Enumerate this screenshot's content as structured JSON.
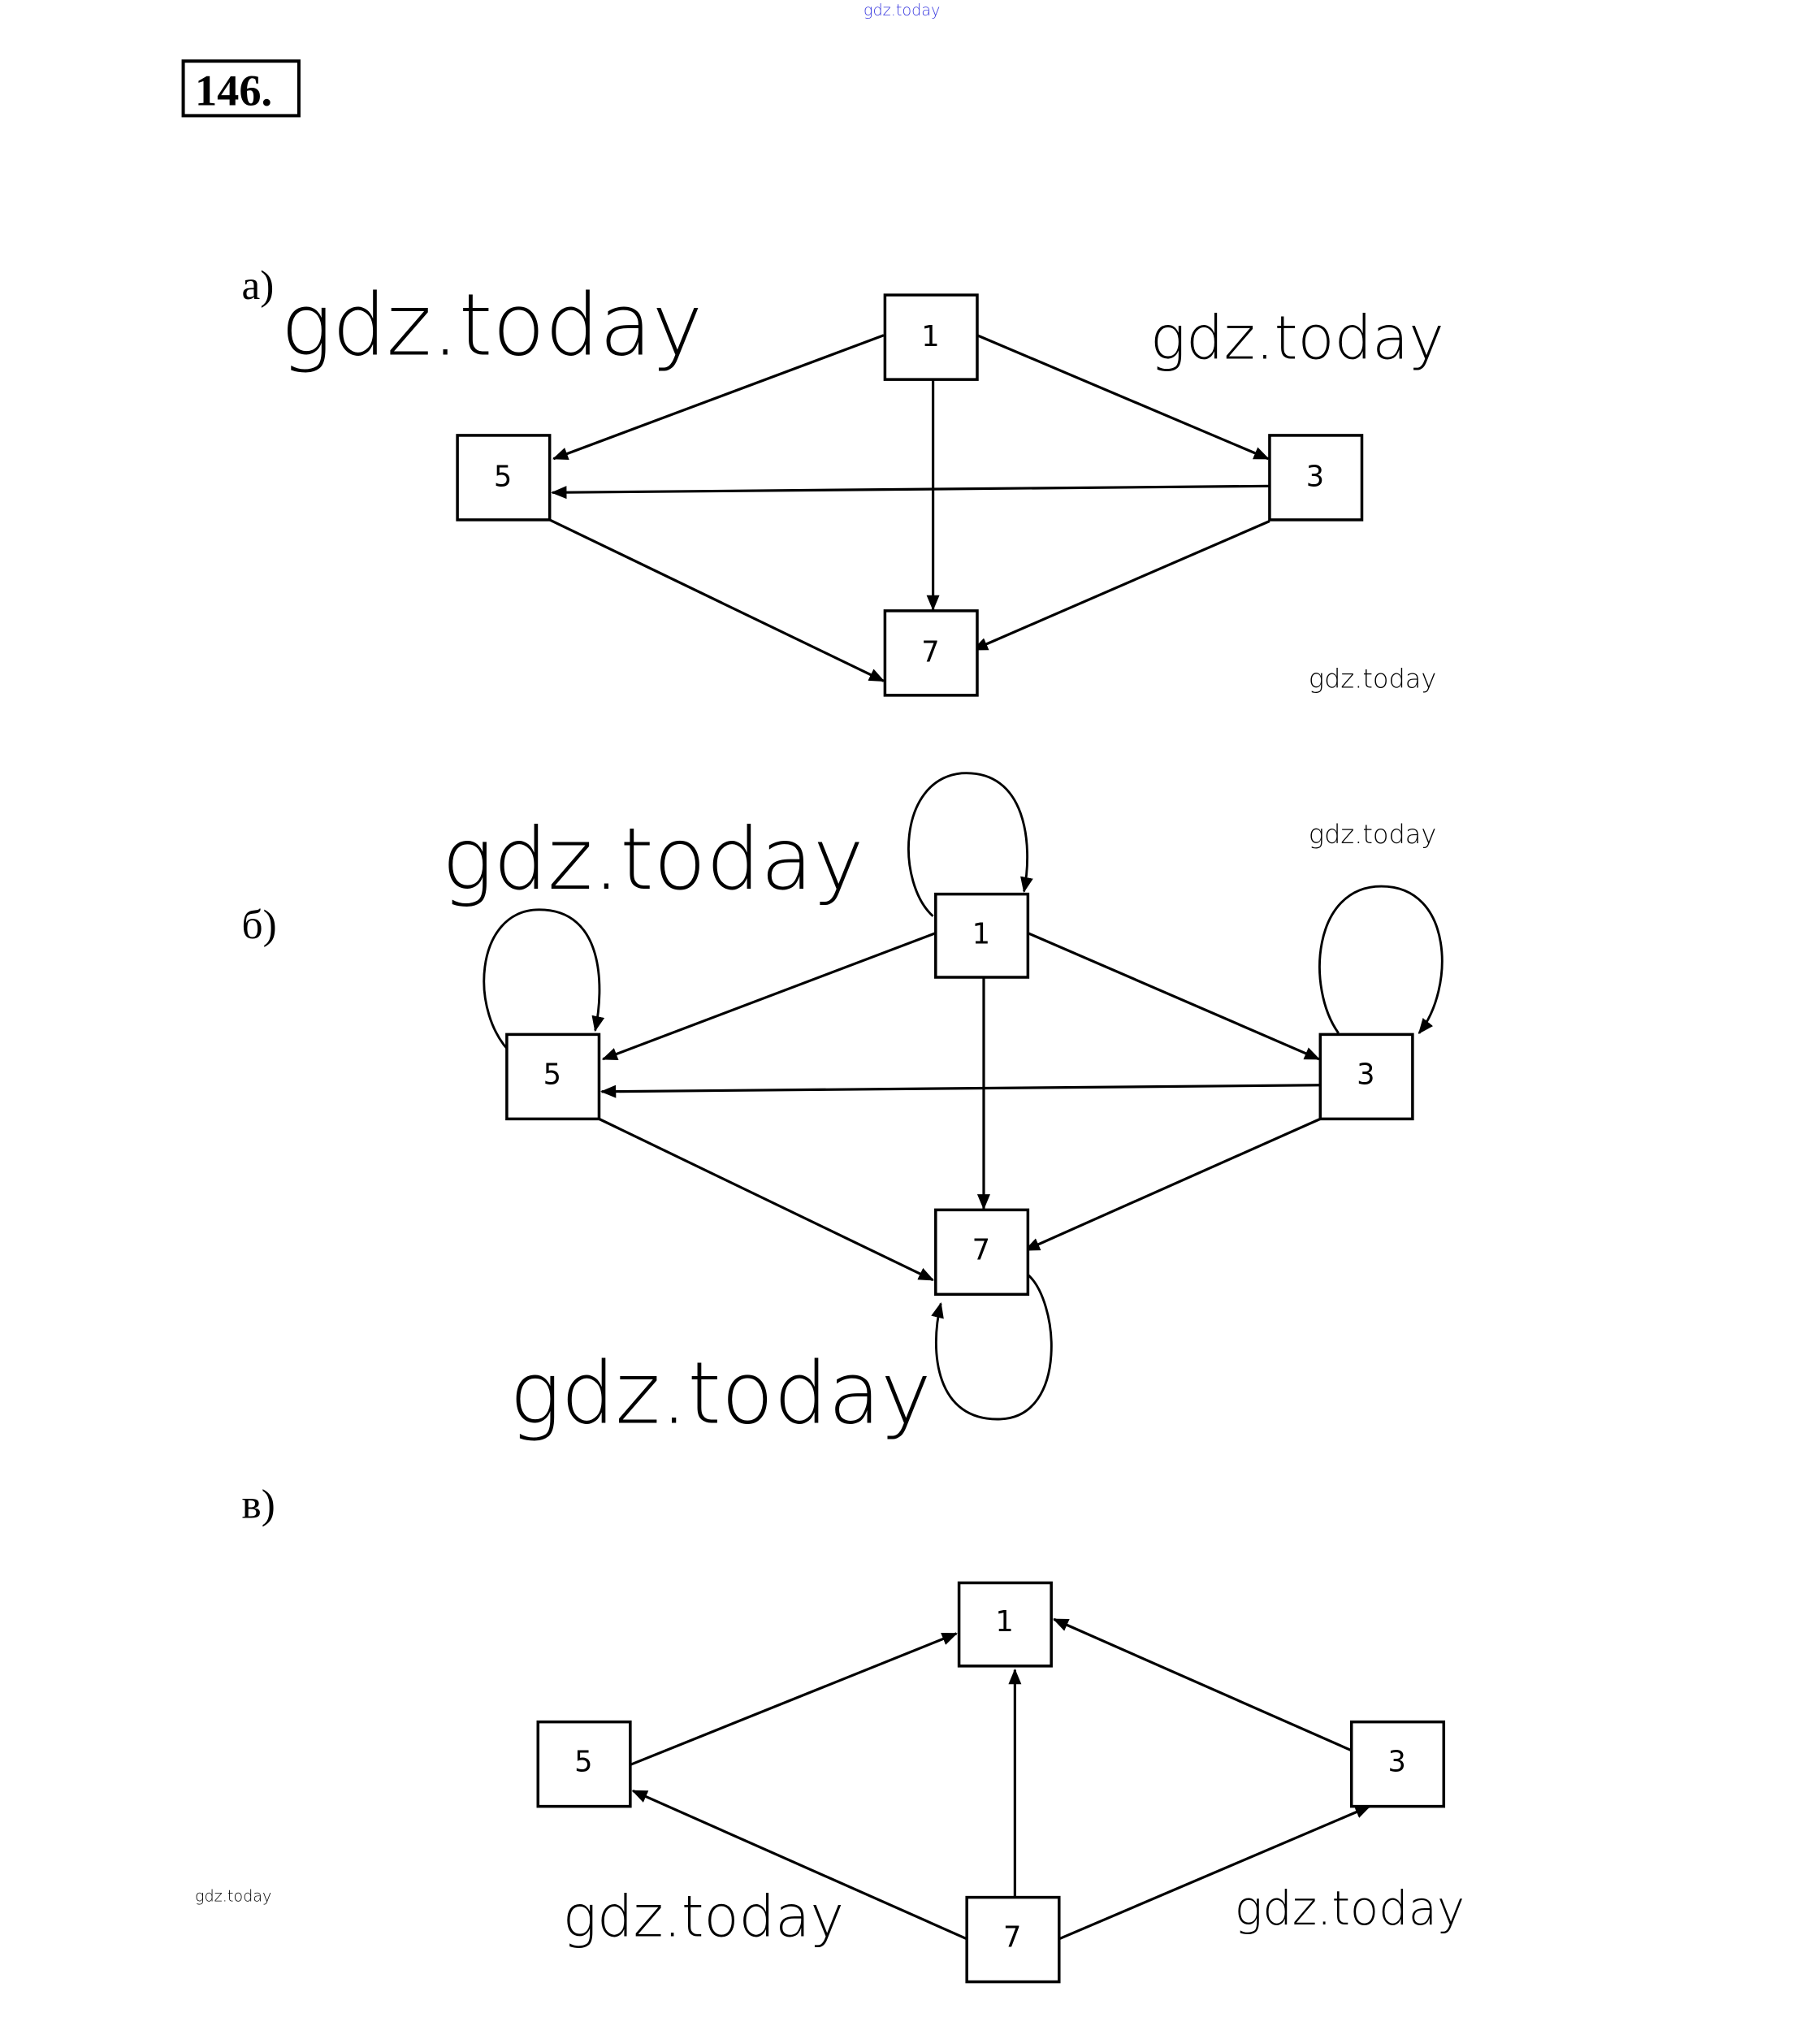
{
  "header": {
    "problem_number": "146.",
    "top_watermark": "gdz.today"
  },
  "parts": [
    {
      "label": "а)",
      "nodes": [
        "1",
        "5",
        "3",
        "7"
      ],
      "edges": [
        [
          "1",
          "5"
        ],
        [
          "1",
          "3"
        ],
        [
          "1",
          "7"
        ],
        [
          "3",
          "5"
        ],
        [
          "5",
          "7"
        ],
        [
          "3",
          "7"
        ]
      ]
    },
    {
      "label": "б)",
      "nodes": [
        "1",
        "5",
        "3",
        "7"
      ],
      "edges": [
        [
          "1",
          "1"
        ],
        [
          "5",
          "5"
        ],
        [
          "3",
          "3"
        ],
        [
          "7",
          "7"
        ],
        [
          "1",
          "5"
        ],
        [
          "1",
          "3"
        ],
        [
          "1",
          "7"
        ],
        [
          "3",
          "5"
        ],
        [
          "5",
          "7"
        ],
        [
          "3",
          "7"
        ]
      ]
    },
    {
      "label": "в)",
      "nodes": [
        "1",
        "5",
        "3",
        "7"
      ],
      "edges": [
        [
          "5",
          "1"
        ],
        [
          "3",
          "1"
        ],
        [
          "7",
          "1"
        ],
        [
          "7",
          "5"
        ],
        [
          "7",
          "3"
        ]
      ]
    }
  ],
  "watermarks": [
    "gdz.today",
    "gdz.today",
    "gdz.today",
    "gdz.today",
    "gdz.today",
    "gdz.today",
    "gdz.today",
    "gdz.today",
    "gdz.today"
  ]
}
